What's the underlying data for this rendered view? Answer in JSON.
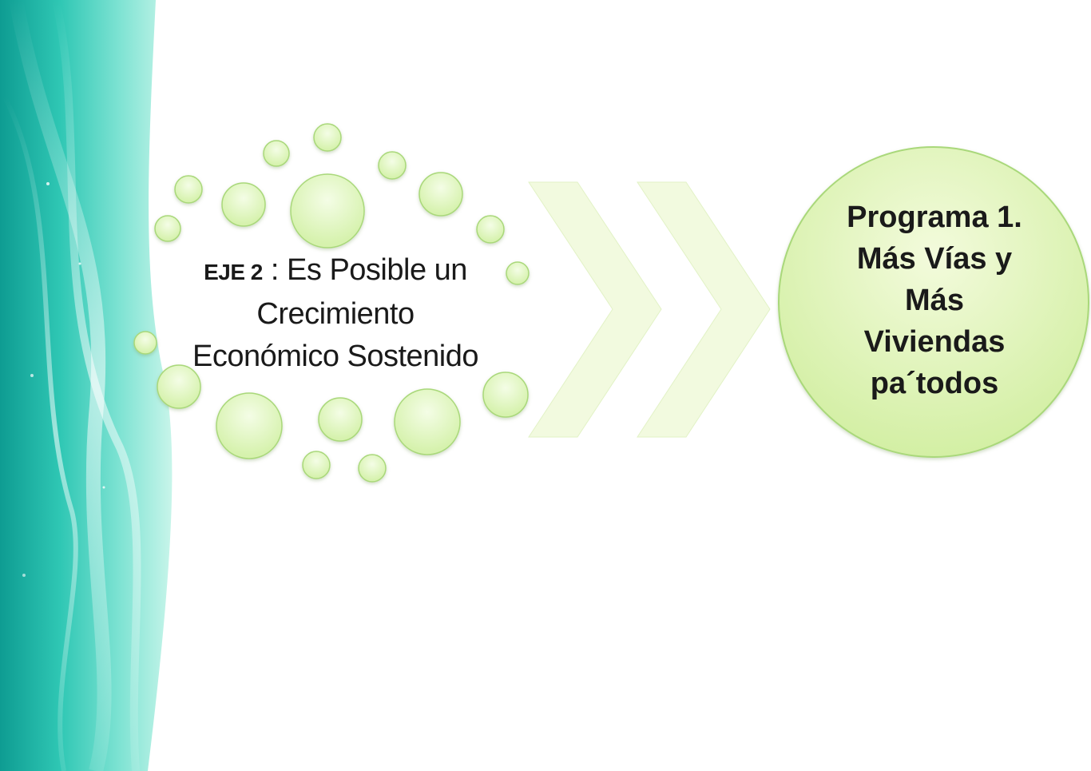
{
  "slide": {
    "background_color": "#ffffff",
    "band_colors": [
      "#2fc7b4",
      "#6fe0cf",
      "#0e9c92",
      "#c8f5ea"
    ],
    "bubble_fill": "#dcf5b8",
    "bubble_stroke": "#a9d87a",
    "chevron_fill": "#f2fadf"
  },
  "eje": {
    "tag": "EJE 2",
    "separator": " : ",
    "title_line1": "Es Posible un",
    "title_line2": "Crecimiento",
    "title_line3": "Económico Sostenido"
  },
  "programa": {
    "line1": "Programa 1.",
    "line2": "Más Vías y",
    "line3": "Más",
    "line4": "Viviendas",
    "line5": "pa´todos"
  }
}
